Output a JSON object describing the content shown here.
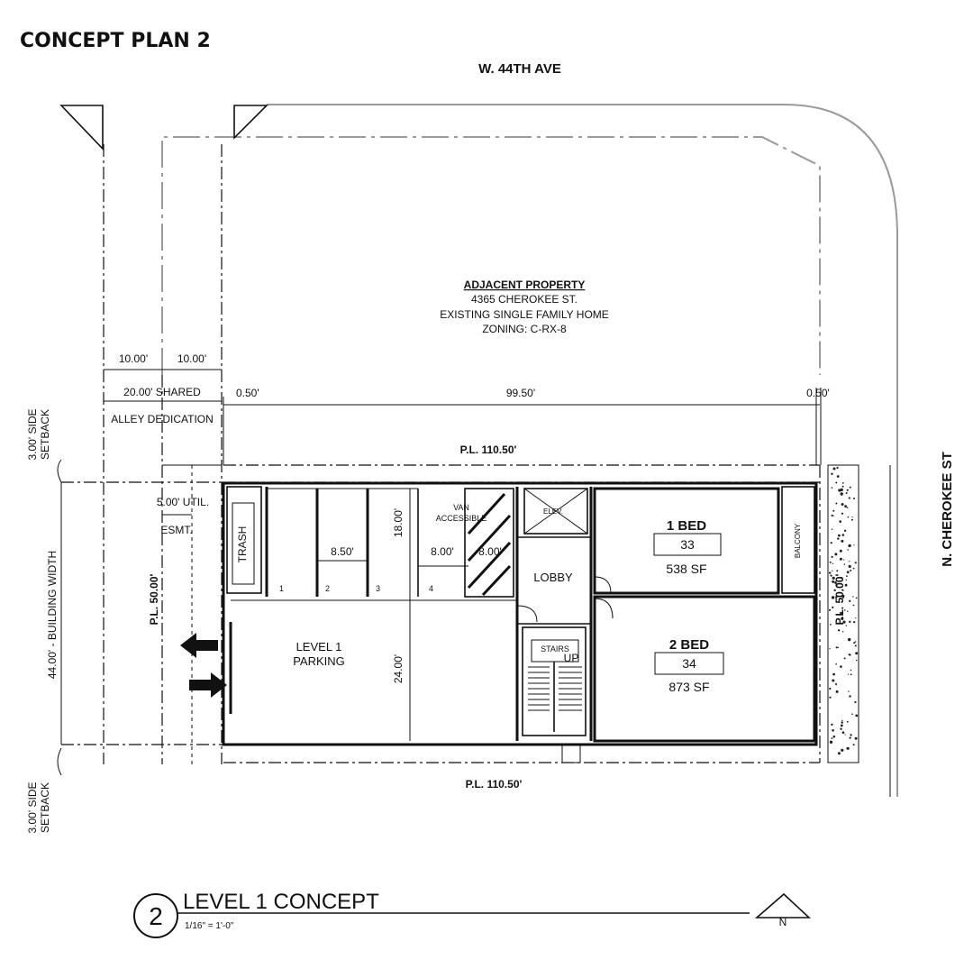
{
  "header": {
    "title": "CONCEPT PLAN 2"
  },
  "streets": {
    "north": "W. 44TH AVE",
    "east": "N. CHEROKEE ST"
  },
  "adjacent": {
    "heading": "ADJACENT PROPERTY",
    "address": "4365 CHEROKEE ST.",
    "use": "EXISTING SINGLE FAMILY HOME",
    "zoning": "ZONING: C-RX-8"
  },
  "dimensions": {
    "alley_half_a": "10.00'",
    "alley_half_b": "10.00'",
    "alley_shared": "20.00' SHARED",
    "alley_dedication": "ALLEY DEDICATION",
    "offset_west": "0.50'",
    "lot_width": "99.50'",
    "offset_east": "0.50'",
    "pl_top": "P.L. 110.50'",
    "pl_bottom": "P.L. 110.50'",
    "pl_west": "P.L. 50.00'",
    "pl_east": "P.L. 50.00'",
    "setback_top": [
      "3.00' SIDE",
      "SETBACK"
    ],
    "setback_bottom": [
      "3.00' SIDE",
      "SETBACK"
    ],
    "building_width": "44.00' - BUILDING WIDTH",
    "util_esmt_a": "5.00' UTIL.",
    "util_esmt_b": "ESMT.",
    "stall_width_a": "8.50'",
    "stall_width_b": "8.00'",
    "stall_width_c": "8.00'",
    "stall_depth": "18.00'",
    "aisle_depth": "24.00'"
  },
  "parking": {
    "label_a": "LEVEL 1",
    "label_b": "PARKING",
    "stalls": [
      "1",
      "2",
      "3",
      "4"
    ],
    "van_a": "VAN",
    "van_b": "ACCESSIBLE"
  },
  "rooms": {
    "trash": "TRASH",
    "elev": "ELEV.",
    "lobby": "LOBBY",
    "stairs": "STAIRS",
    "up": "UP",
    "balcony": "BALCONY"
  },
  "units": [
    {
      "type": "1 BED",
      "number": "33",
      "area": "538 SF"
    },
    {
      "type": "2 BED",
      "number": "34",
      "area": "873 SF"
    }
  ],
  "title_block": {
    "number": "2",
    "title": "LEVEL 1 CONCEPT",
    "scale": "1/16\" = 1'-0\"",
    "north": "N"
  }
}
